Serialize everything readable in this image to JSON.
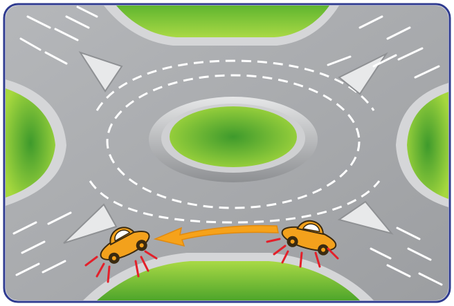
{
  "illustration": {
    "colors": {
      "frame_border": "#2f3b8f",
      "asphalt": "#a7a9ac",
      "grass_light": "#9fd43c",
      "grass_dark": "#4aa12a",
      "lane_marking": "#ffffff",
      "arrow": "#f6a21a",
      "car_body": "#f3a11c",
      "motion_lines": "#e3202a"
    },
    "icons": [
      "roundabout-island",
      "traffic-island",
      "car-icon",
      "direction-arrow",
      "motion-lines"
    ]
  }
}
